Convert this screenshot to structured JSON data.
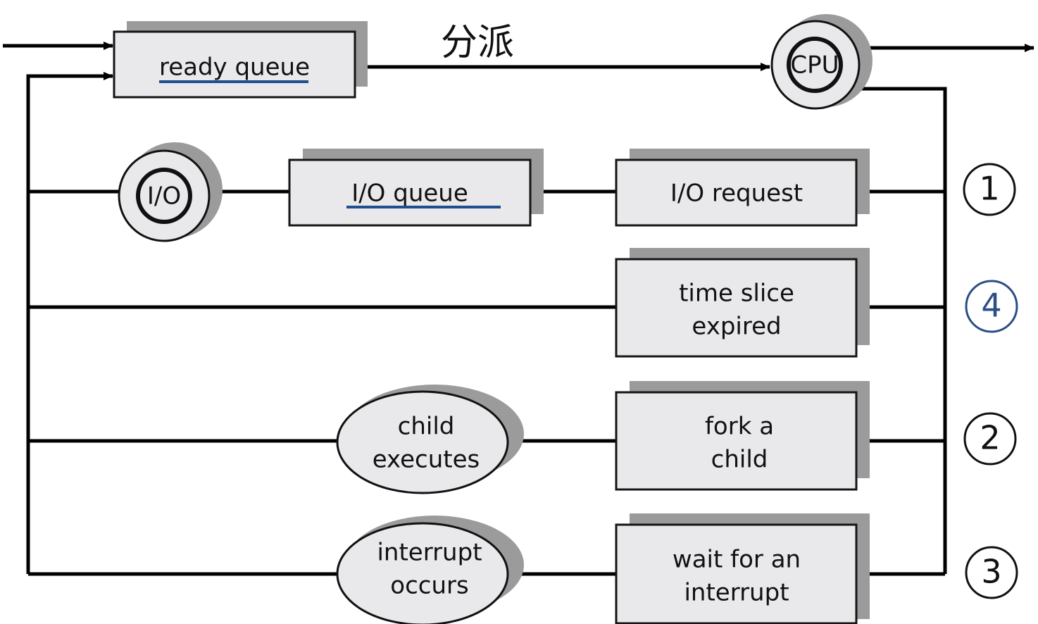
{
  "diagram": {
    "dispatch_label": "分派",
    "cpu_label": "CPU",
    "io_label": "I/O",
    "ready_queue": "ready queue",
    "io_queue": "I/O queue",
    "io_request": "I/O request",
    "time_slice": [
      "time slice",
      "expired"
    ],
    "fork_child": [
      "fork a",
      "child"
    ],
    "wait_interrupt": [
      "wait for an",
      "interrupt"
    ],
    "child_executes": [
      "child",
      "executes"
    ],
    "interrupt_occurs": [
      "interrupt",
      "occurs"
    ],
    "route_numbers": [
      "1",
      "4",
      "2",
      "3"
    ],
    "colors": {
      "box_fill": "#e9e8ea",
      "shadow": "#9b9b9b",
      "underline_blue": "#1f4f8e",
      "route_blue": "#2b4e86"
    }
  }
}
